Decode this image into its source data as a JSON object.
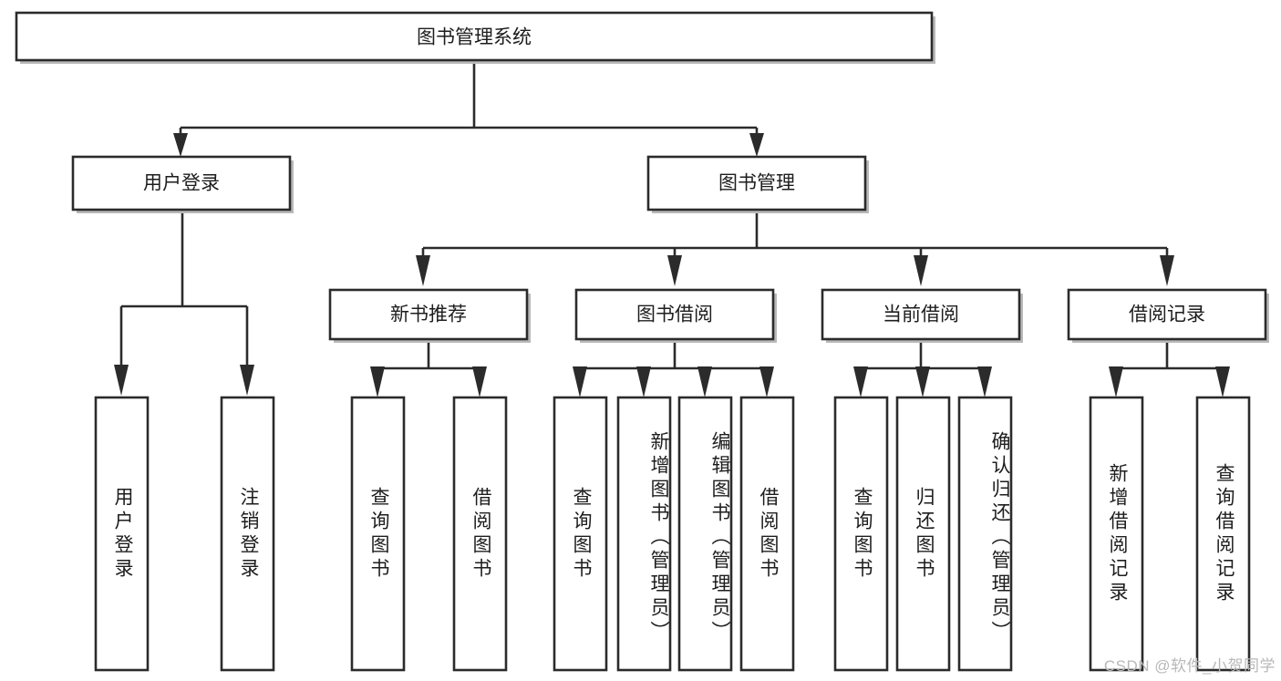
{
  "diagram": {
    "type": "tree-hierarchy-diagram",
    "title": "图书管理系统",
    "colors": {
      "stroke": "#2b2b2b",
      "box_fill": "#ffffff",
      "shadow": "#b9b9b9",
      "text": "#1d1d1d",
      "watermark": "#b8b8b8",
      "background": "#ffffff"
    },
    "root": {
      "label": "图书管理系统"
    },
    "level2": [
      {
        "label": "用户登录"
      },
      {
        "label": "图书管理"
      }
    ],
    "level3": [
      {
        "label": "新书推荐"
      },
      {
        "label": "图书借阅"
      },
      {
        "label": "当前借阅"
      },
      {
        "label": "借阅记录"
      }
    ],
    "leaves": {
      "user_login": [
        {
          "label": "用户登录"
        },
        {
          "label": "注销登录"
        }
      ],
      "new_book_recommend": [
        {
          "label": "查询图书"
        },
        {
          "label": "借阅图书"
        }
      ],
      "book_borrow": [
        {
          "label": "查询图书"
        },
        {
          "label": "新增图书（管理员）"
        },
        {
          "label": "编辑图书（管理员）"
        },
        {
          "label": "借阅图书"
        }
      ],
      "current_borrow": [
        {
          "label": "查询图书"
        },
        {
          "label": "归还图书"
        },
        {
          "label": "确认归还（管理员）"
        }
      ],
      "borrow_record": [
        {
          "label": "新增借阅记录"
        },
        {
          "label": "查询借阅记录"
        }
      ]
    },
    "watermark": "CSDN @软件_小贺同学"
  }
}
